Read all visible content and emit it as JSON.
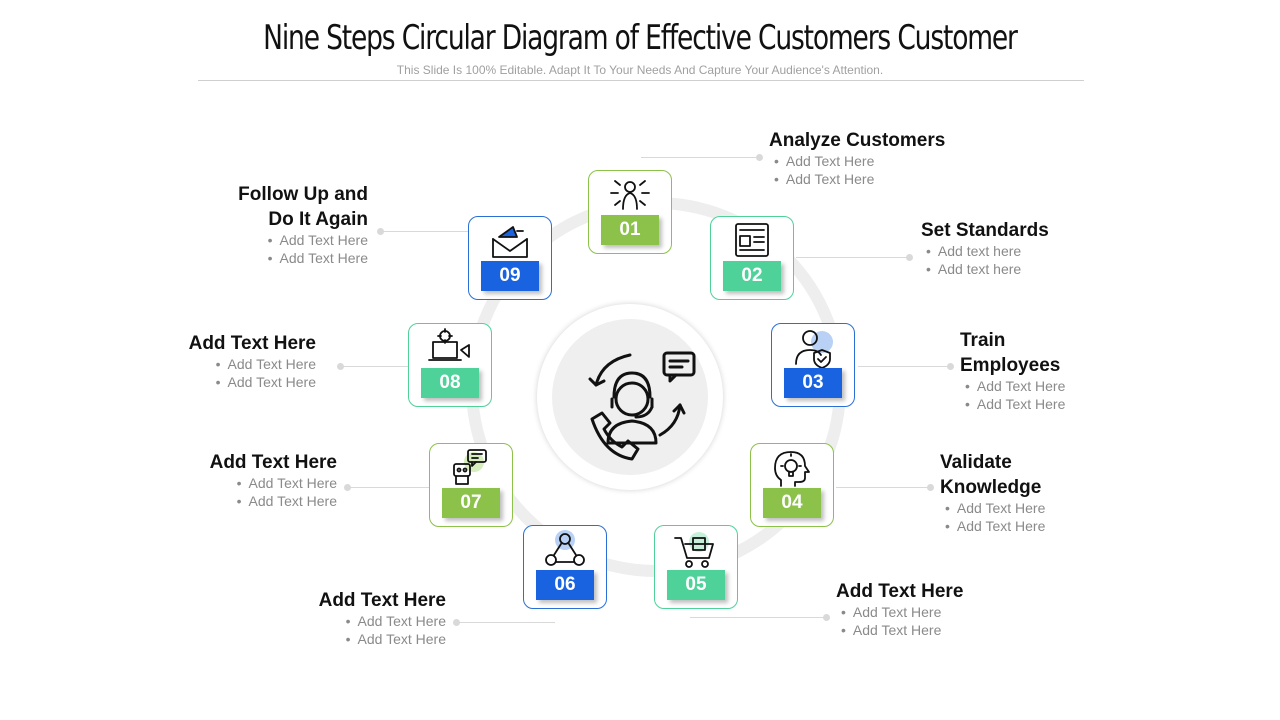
{
  "header": {
    "title": "Nine Steps Circular Diagram of Effective  Customers Customer",
    "subtitle": "This Slide Is 100% Editable. Adapt It To Your Needs And Capture Your Audience's Attention."
  },
  "center": {
    "icon": "customer-support-headset-icon"
  },
  "steps": [
    {
      "number": "01",
      "color": "green",
      "icon": "idea-person-icon",
      "heading": [
        "Analyze Customers"
      ],
      "bullets": [
        "Add Text Here",
        "Add Text Here"
      ]
    },
    {
      "number": "02",
      "color": "teal",
      "icon": "newspaper-icon",
      "heading": [
        "Set Standards"
      ],
      "bullets": [
        "Add text here",
        "Add text here"
      ]
    },
    {
      "number": "03",
      "color": "blue",
      "icon": "user-shield-icon",
      "heading": [
        "Train",
        "Employees"
      ],
      "bullets": [
        "Add Text Here",
        "Add Text Here"
      ]
    },
    {
      "number": "04",
      "color": "green",
      "icon": "head-lightbulb-icon",
      "heading": [
        "Validate",
        "Knowledge"
      ],
      "bullets": [
        "Add Text Here",
        "Add Text Here"
      ]
    },
    {
      "number": "05",
      "color": "teal",
      "icon": "shopping-cart-icon",
      "heading": [
        "Add Text Here"
      ],
      "bullets": [
        "Add Text Here",
        "Add Text Here"
      ]
    },
    {
      "number": "06",
      "color": "blue",
      "icon": "network-people-icon",
      "heading": [
        "Add Text Here"
      ],
      "bullets": [
        "Add Text Here",
        "Add Text Here"
      ]
    },
    {
      "number": "07",
      "color": "green",
      "icon": "chatbot-icon",
      "heading": [
        "Add Text Here"
      ],
      "bullets": [
        "Add Text Here",
        "Add Text Here"
      ]
    },
    {
      "number": "08",
      "color": "teal",
      "icon": "laptop-gear-megaphone-icon",
      "heading": [
        "Add Text Here"
      ],
      "bullets": [
        "Add Text Here",
        "Add Text Here"
      ]
    },
    {
      "number": "09",
      "color": "blue",
      "icon": "mail-megaphone-icon",
      "heading": [
        "Follow Up and",
        "Do It Again"
      ],
      "bullets": [
        "Add Text Here",
        "Add Text Here"
      ]
    }
  ],
  "colors": {
    "green": "#8cc14a",
    "teal": "#4fd19a",
    "blue": "#1a63e0",
    "ring": "#eeeeee"
  }
}
